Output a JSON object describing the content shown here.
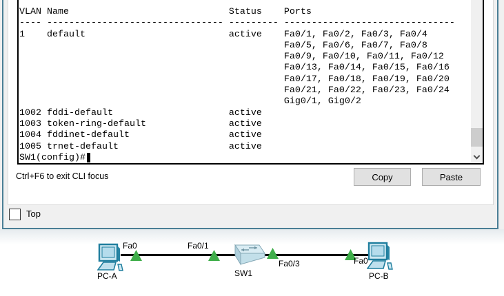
{
  "terminal": {
    "lines": [
      "VLAN Name                             Status    Ports",
      "---- -------------------------------- --------- -------------------------------",
      "1    default                          active    Fa0/1, Fa0/2, Fa0/3, Fa0/4",
      "                                                Fa0/5, Fa0/6, Fa0/7, Fa0/8",
      "                                                Fa0/9, Fa0/10, Fa0/11, Fa0/12",
      "                                                Fa0/13, Fa0/14, Fa0/15, Fa0/16",
      "                                                Fa0/17, Fa0/18, Fa0/19, Fa0/20",
      "                                                Fa0/21, Fa0/22, Fa0/23, Fa0/24",
      "                                                Gig0/1, Gig0/2",
      "1002 fddi-default                     active    ",
      "1003 token-ring-default               active    ",
      "1004 fddinet-default                  active    ",
      "1005 trnet-default                    active    ",
      "SW1(config)#"
    ],
    "prompt": "SW1(config)#"
  },
  "cli_bar": {
    "hint": "Ctrl+F6 to exit CLI focus",
    "copy_label": "Copy",
    "paste_label": "Paste"
  },
  "toggle": {
    "label": "Top",
    "checked": false
  },
  "topology": {
    "pc_a": {
      "name": "PC-A",
      "port": "Fa0"
    },
    "sw1": {
      "name": "SW1",
      "port_left": "Fa0/1",
      "port_right": "Fa0/3"
    },
    "pc_b": {
      "name": "PC-B",
      "port": "Fa0"
    },
    "links": [
      {
        "from": "PC-A",
        "from_port": "Fa0",
        "to": "SW1",
        "to_port": "Fa0/1",
        "status": "up"
      },
      {
        "from": "SW1",
        "from_port": "Fa0/3",
        "to": "PC-B",
        "to_port": "Fa0",
        "status": "up"
      }
    ]
  },
  "colors": {
    "window_border": "#4a7e95",
    "link_up_green": "#3fae4a",
    "terminal_bg": "#ffffff",
    "terminal_text": "#000000"
  }
}
